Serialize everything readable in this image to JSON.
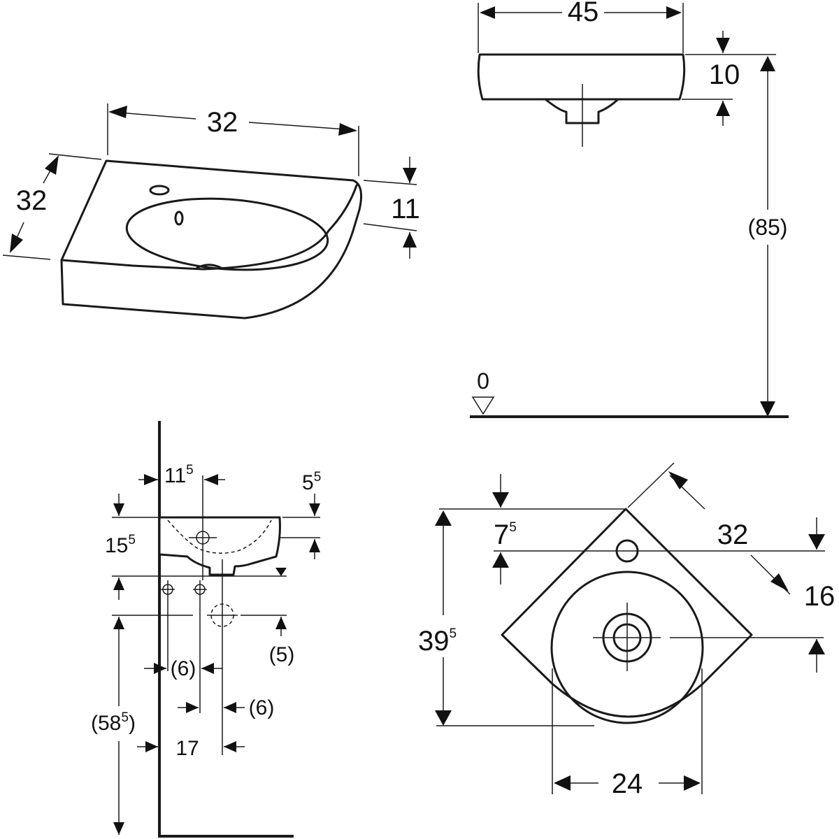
{
  "dimensions": {
    "iso_width": "32",
    "iso_depth": "32",
    "iso_height": "11",
    "front_width": "45",
    "front_height": "10",
    "floor_height": "(85)",
    "floor_level": "0",
    "side_wall_offset": "11",
    "side_wall_offset_sup": "5",
    "side_top": "5",
    "side_top_sup": "5",
    "side_height": "15",
    "side_height_sup": "5",
    "side_supply_gap": "(5)",
    "side_supply_a": "(6)",
    "side_supply_b": "(6)",
    "side_drain_height": "(58",
    "side_drain_height_sup": "5",
    "side_drain_height_close": ")",
    "side_drain_offset": "17",
    "plan_tap_offset": "7",
    "plan_tap_offset_sup": "5",
    "plan_side": "32",
    "plan_drain_offset": "16",
    "plan_depth": "39",
    "plan_depth_sup": "5",
    "plan_bowl_width": "24"
  }
}
